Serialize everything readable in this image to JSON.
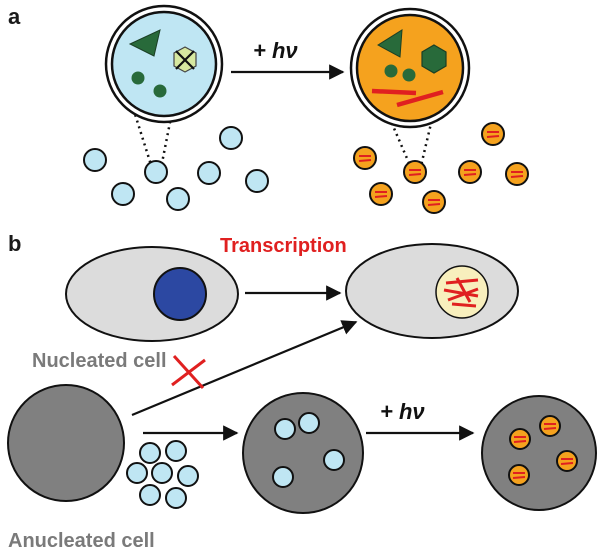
{
  "panels": {
    "a": "a",
    "b": "b"
  },
  "labels": {
    "light_a": "+ hν",
    "light_b": "+ hν",
    "transcription": "Transcription",
    "nucleated_cell": "Nucleated cell",
    "anucleated_cell": "Anucleated cell"
  },
  "colors": {
    "inactive_vesicle": "#bfe6f3",
    "active_vesicle": "#f5a21e",
    "cell_grey": "#dcdcdc",
    "anucleated_grey": "#808080",
    "nucleus_blue": "#2c48a2",
    "protein_green": "#286a3a",
    "rna_red": "#e02020",
    "inhibition_red": "#e02020",
    "nucleus_active": "#f8efbd"
  }
}
